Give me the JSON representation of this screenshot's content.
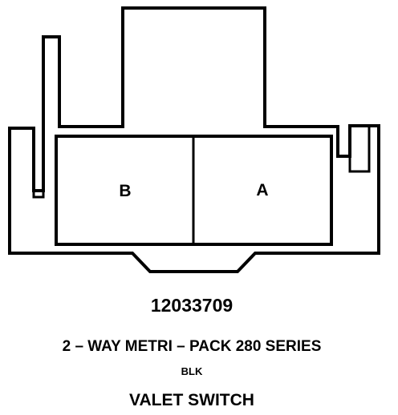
{
  "connector": {
    "cavities": [
      {
        "label": "B"
      },
      {
        "label": "A"
      }
    ],
    "part_number": "12033709",
    "series": "2 – WAY METRI – PACK 280 SERIES",
    "color": "BLK",
    "function": "VALET SWITCH"
  }
}
